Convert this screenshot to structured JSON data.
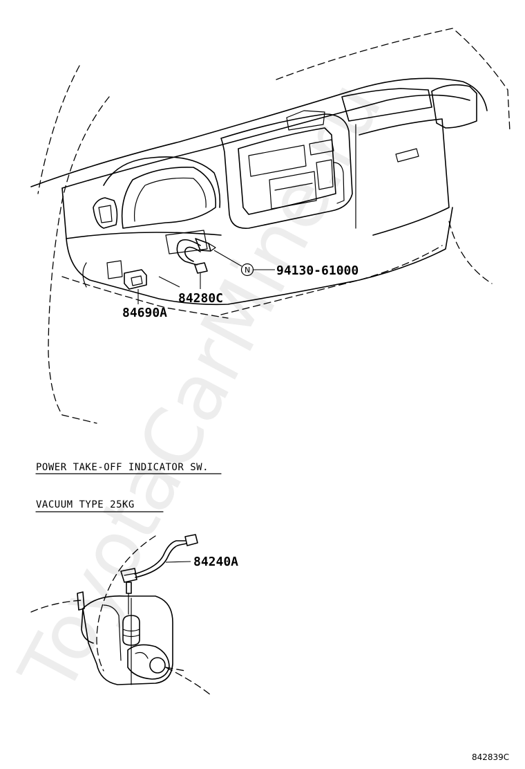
{
  "diagram": {
    "part_numbers": {
      "bolt": "94130-61000",
      "bolt_marker": "N",
      "switch_harness": "84280C",
      "switch_panel": "84690A",
      "vacuum_switch": "84240A"
    },
    "captions": {
      "section_title": "POWER TAKE-OFF INDICATOR SW.",
      "subsection_title": "VACUUM TYPE 25KG"
    },
    "figure_code": "842839C",
    "watermark": "ToyotaCarMine.ru"
  }
}
